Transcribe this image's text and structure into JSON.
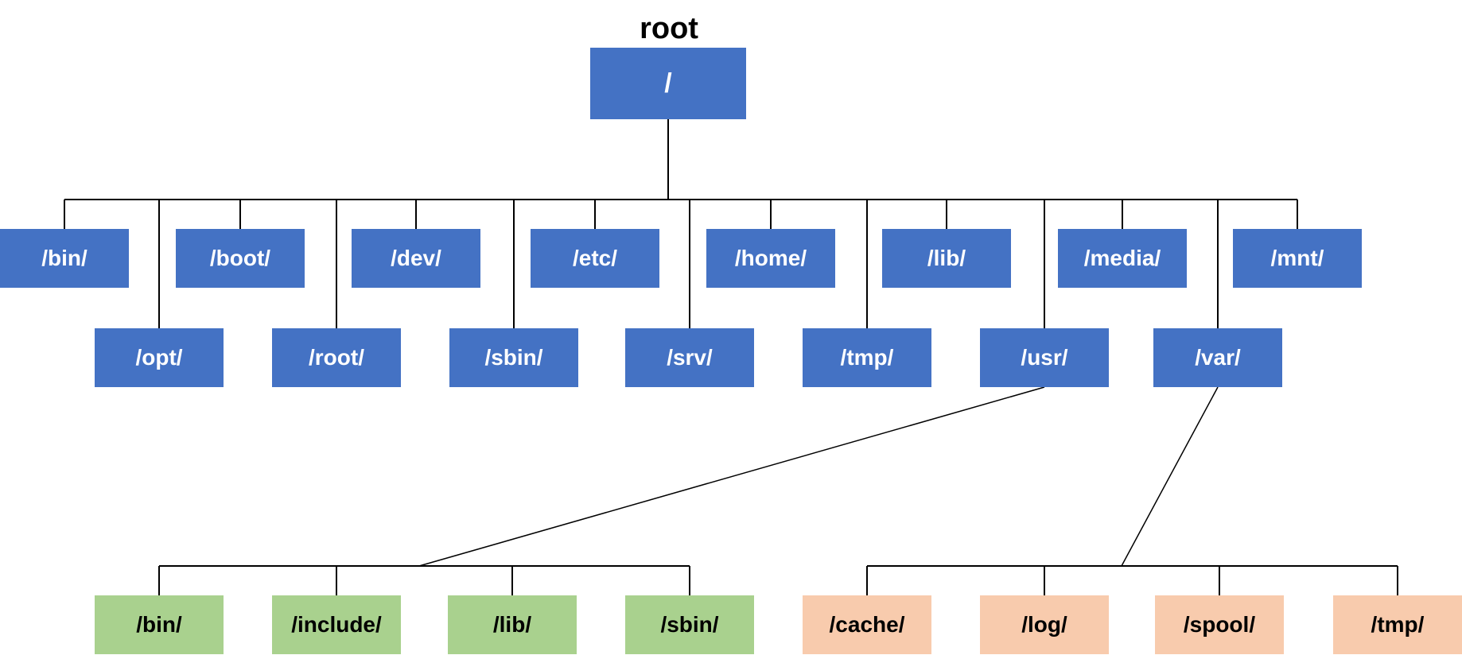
{
  "title": "root",
  "colors": {
    "blue": "#4472c4",
    "green": "#a9d18e",
    "peach": "#f8cbad",
    "line": "#000000"
  },
  "root": {
    "label": "/"
  },
  "level1_top": [
    {
      "id": "bin",
      "label": "/bin/"
    },
    {
      "id": "boot",
      "label": "/boot/"
    },
    {
      "id": "dev",
      "label": "/dev/"
    },
    {
      "id": "etc",
      "label": "/etc/"
    },
    {
      "id": "home",
      "label": "/home/"
    },
    {
      "id": "lib",
      "label": "/lib/"
    },
    {
      "id": "media",
      "label": "/media/"
    },
    {
      "id": "mnt",
      "label": "/mnt/"
    }
  ],
  "level1_bottom": [
    {
      "id": "opt",
      "label": "/opt/"
    },
    {
      "id": "root",
      "label": "/root/"
    },
    {
      "id": "sbin",
      "label": "/sbin/"
    },
    {
      "id": "srv",
      "label": "/srv/"
    },
    {
      "id": "tmp",
      "label": "/tmp/"
    },
    {
      "id": "usr",
      "label": "/usr/"
    },
    {
      "id": "var",
      "label": "/var/"
    }
  ],
  "usr_children": [
    {
      "id": "bin",
      "label": "/bin/"
    },
    {
      "id": "include",
      "label": "/include/"
    },
    {
      "id": "lib",
      "label": "/lib/"
    },
    {
      "id": "sbin",
      "label": "/sbin/"
    }
  ],
  "var_children": [
    {
      "id": "cache",
      "label": "/cache/"
    },
    {
      "id": "log",
      "label": "/log/"
    },
    {
      "id": "spool",
      "label": "/spool/"
    },
    {
      "id": "tmp",
      "label": "/tmp/"
    }
  ]
}
